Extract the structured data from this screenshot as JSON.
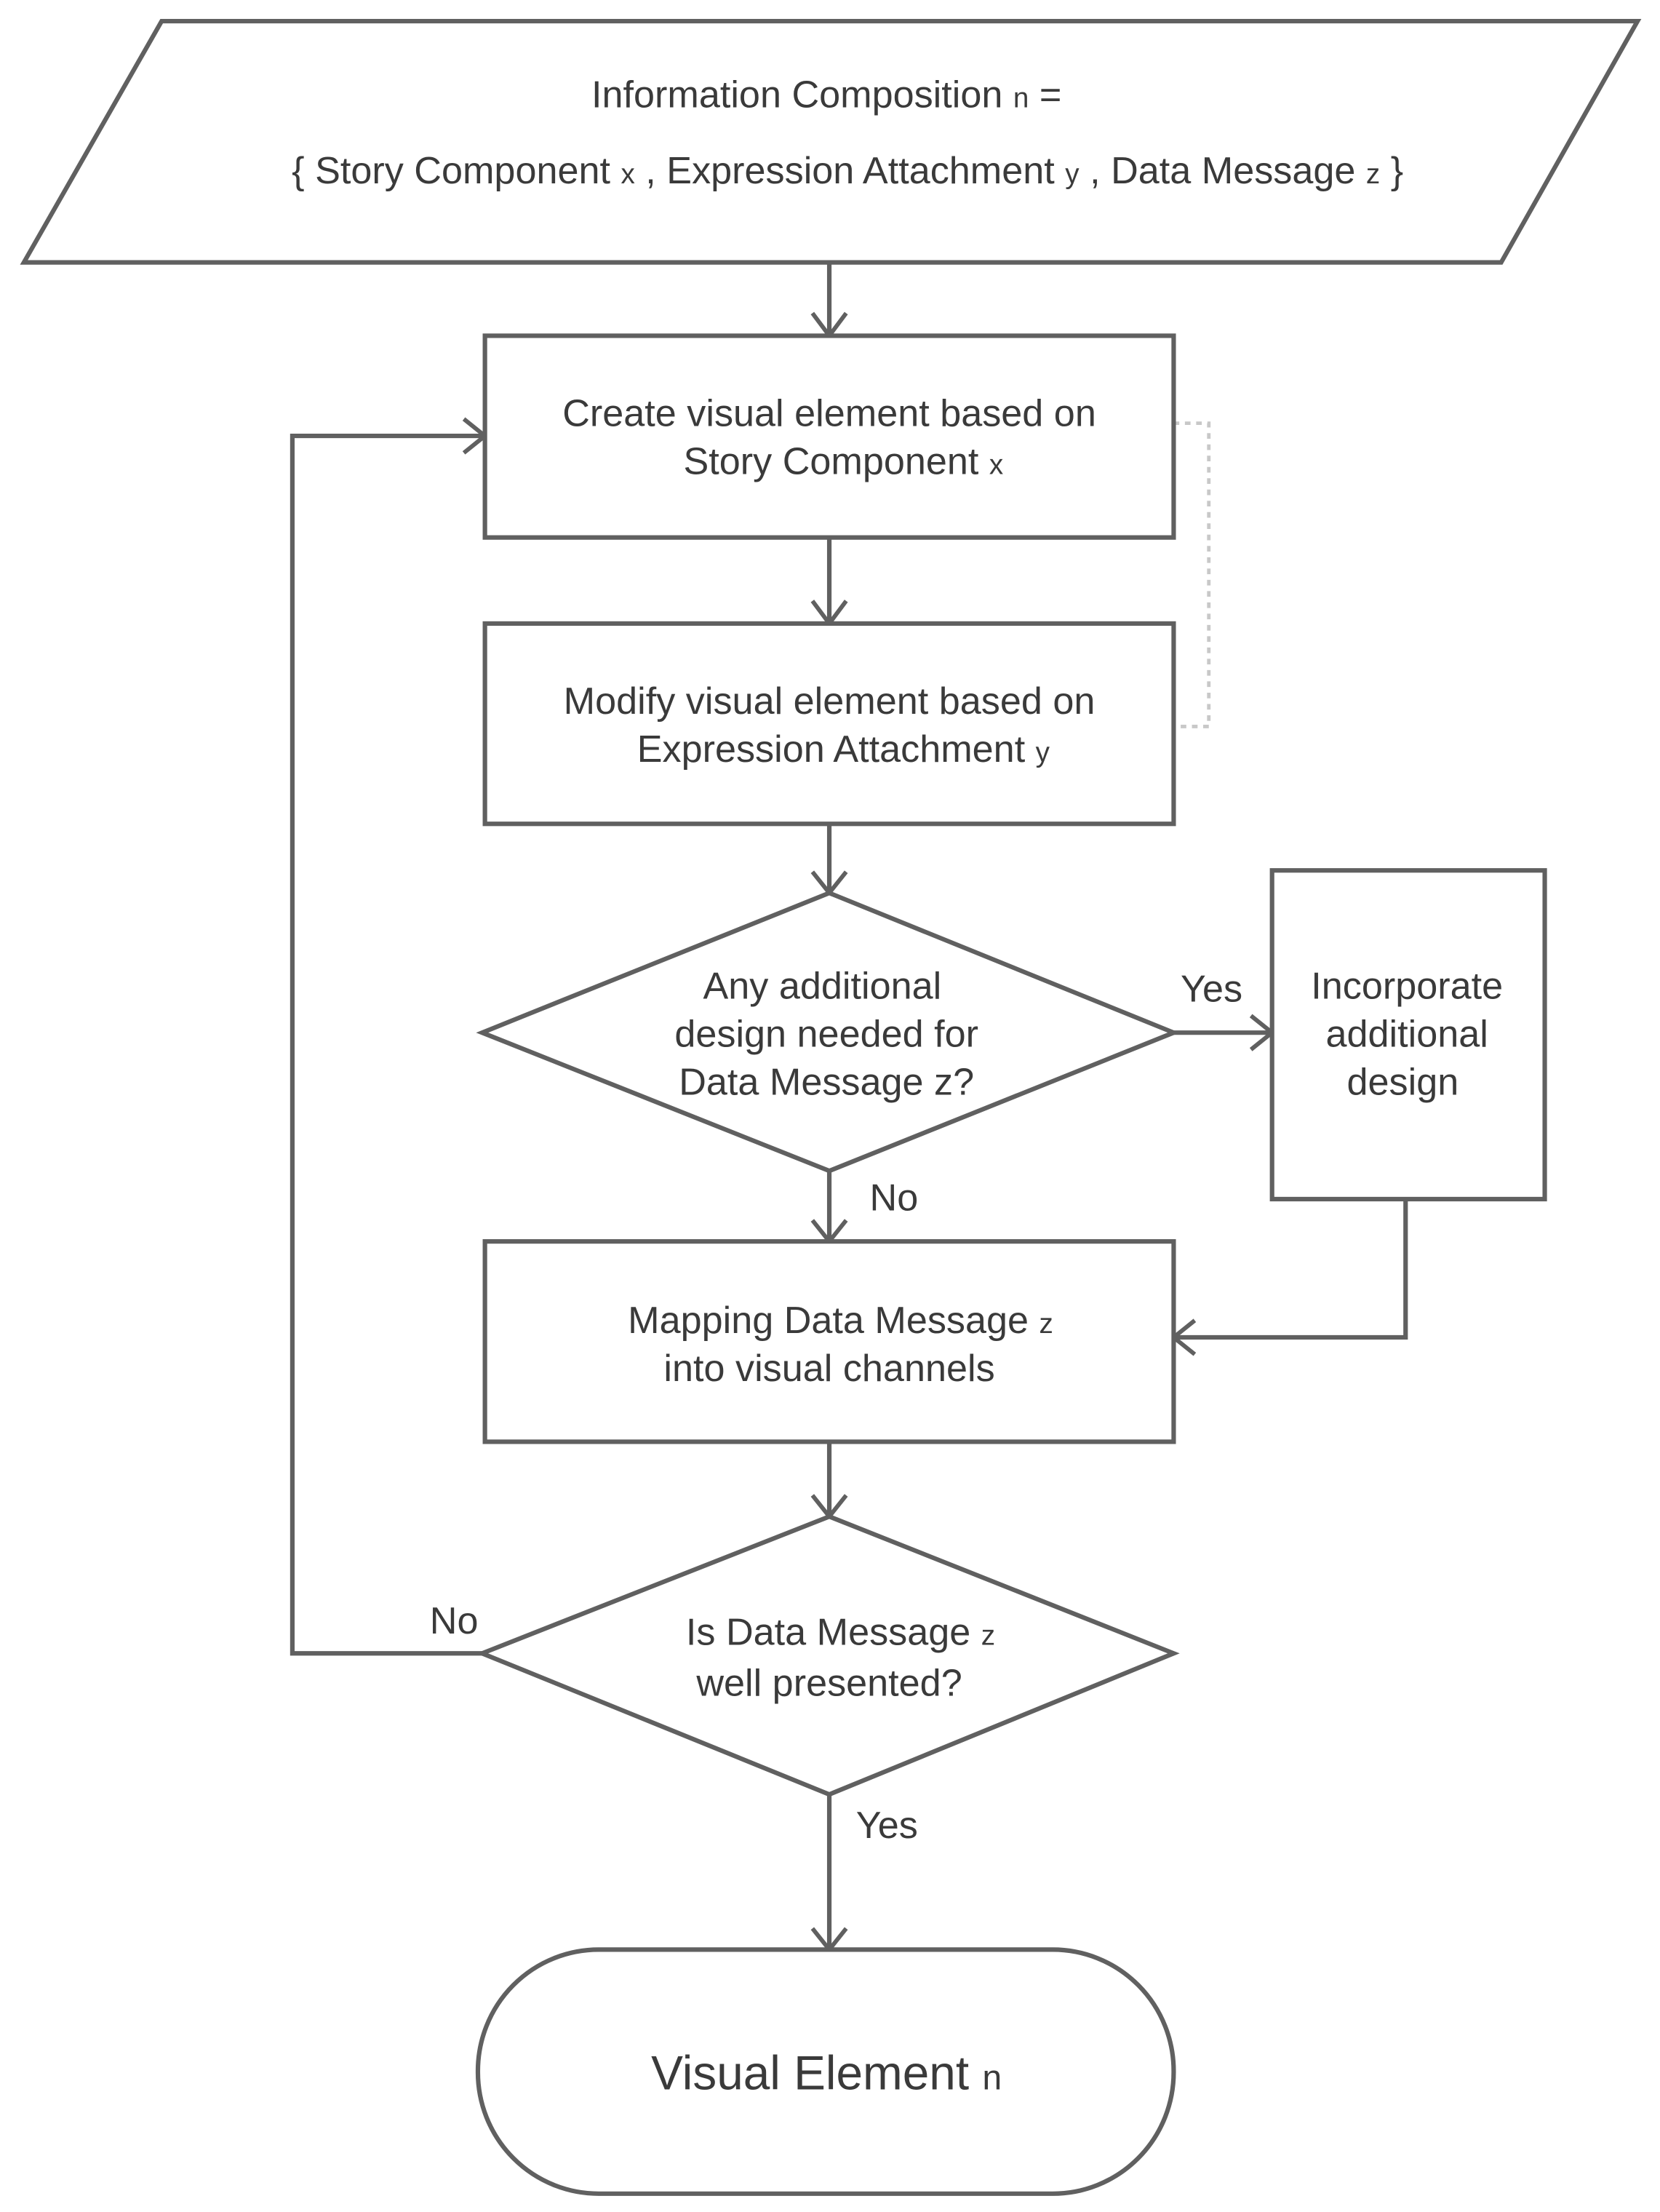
{
  "colors": {
    "stroke": "#606060",
    "text": "#3a3a3a",
    "connector_dotted": "#c8c8c8"
  },
  "input": {
    "line1": {
      "text": "Information Composition ",
      "sub": "n",
      "tail": " ="
    },
    "line2": {
      "open": "{ Story Component ",
      "sub_x": "x",
      "sep1": " , Expression Attachment ",
      "sub_y": "y",
      "sep2": " , Data Message ",
      "sub_z": "z",
      "close": " }"
    }
  },
  "step_create": {
    "line1": "Create visual element based on",
    "line2": "Story Component ",
    "sub": "x"
  },
  "step_modify": {
    "line1": "Modify visual element based on",
    "line2": "Expression Attachment ",
    "sub": "y"
  },
  "decision_additional": {
    "line1": "Any additional",
    "line2": "design needed for",
    "line3": "Data Message ",
    "sub": "z",
    "tail": "?"
  },
  "step_incorporate": {
    "line1": "Incorporate",
    "line2": "additional",
    "line3": "design"
  },
  "step_mapping": {
    "line1": "Mapping Data Message ",
    "sub": "z",
    "line2": "into visual channels"
  },
  "decision_presented": {
    "line1": "Is Data Message ",
    "sub": "z",
    "line2": "well presented?"
  },
  "output": {
    "text": "Visual Element ",
    "sub": "n"
  },
  "edge_labels": {
    "yes_additional": "Yes",
    "no_additional": "No",
    "no_presented": "No",
    "yes_presented": "Yes"
  }
}
